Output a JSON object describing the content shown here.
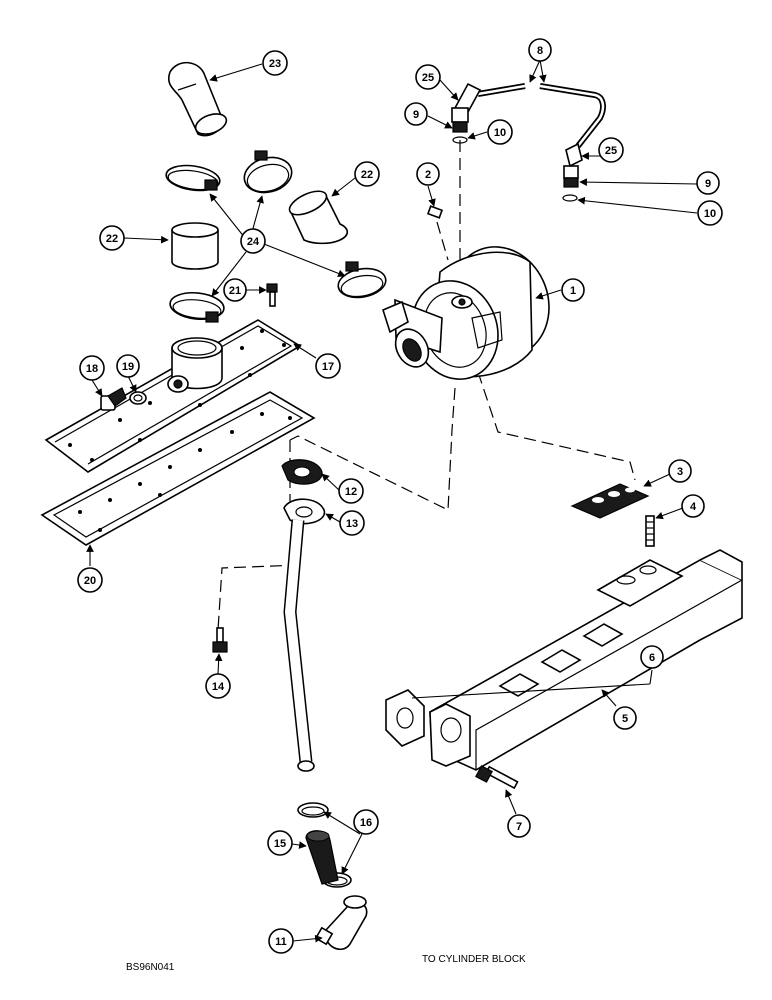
{
  "diagram": {
    "footer_code": "BS96N041",
    "footer_note": "TO CYLINDER BLOCK",
    "callouts": [
      "1",
      "2",
      "3",
      "4",
      "5",
      "6",
      "7",
      "8",
      "9",
      "9",
      "10",
      "10",
      "11",
      "12",
      "13",
      "14",
      "15",
      "16",
      "17",
      "18",
      "19",
      "20",
      "21",
      "22",
      "22",
      "23",
      "24",
      "25",
      "25"
    ]
  },
  "colors": {
    "ink": "#000000",
    "paper": "#ffffff"
  }
}
